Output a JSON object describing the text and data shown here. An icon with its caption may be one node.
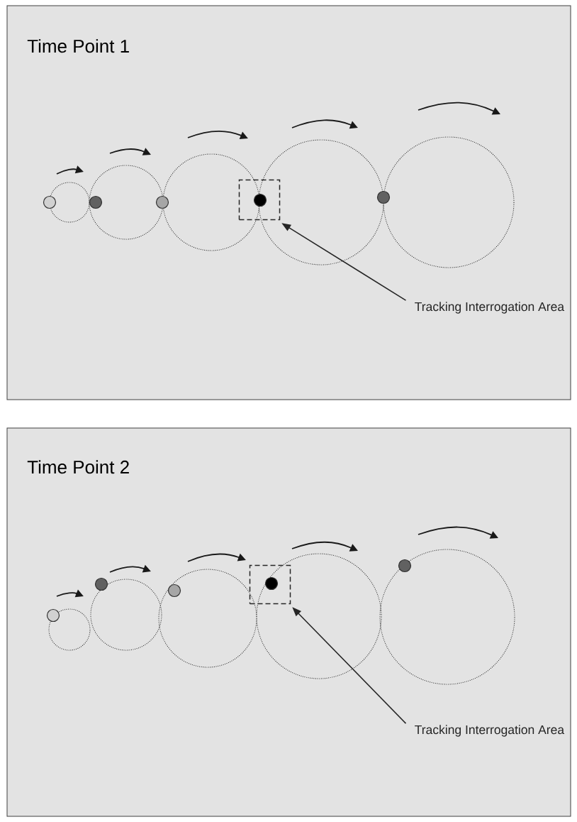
{
  "diagram": {
    "nodes": [
      {
        "text": [
          "Time Point 1"
        ]
      },
      {
        "text": [],
        "shape": "box",
        "in": 0
      },
      {
        "text": [
          "Tracking Interrogation Area"
        ],
        "in": 0
      },
      {
        "text": [
          "Time Point 2"
        ]
      },
      {
        "text": [],
        "shape": "box",
        "in": 3
      },
      {
        "text": [
          "Tracking Interrogation Area"
        ],
        "in": 3
      }
    ],
    "edges": [
      {
        "from": 2,
        "to": 1,
        "arrow": "to"
      },
      {
        "from": 5,
        "to": 4,
        "arrow": "to"
      }
    ]
  }
}
